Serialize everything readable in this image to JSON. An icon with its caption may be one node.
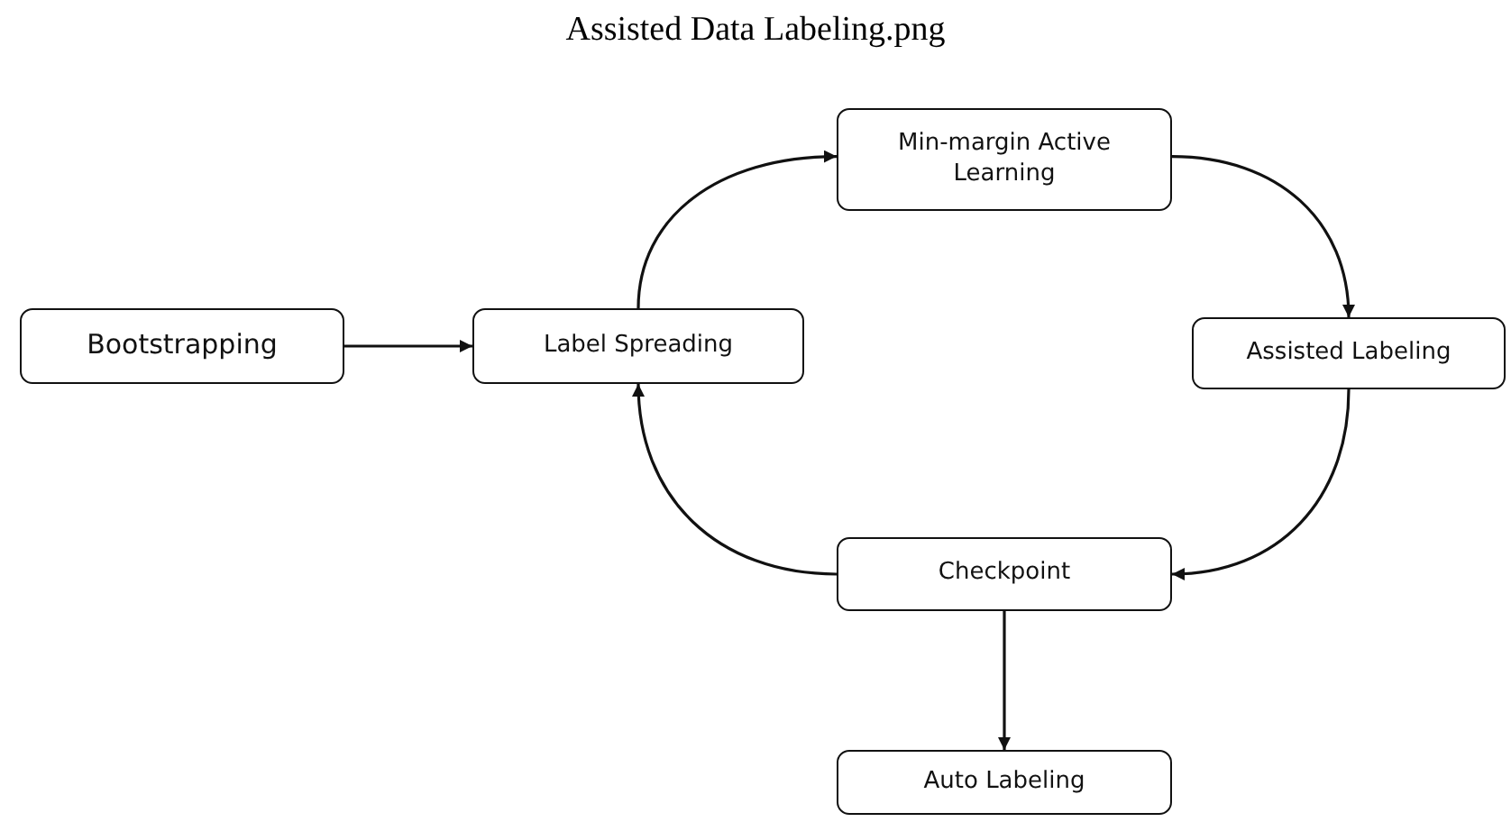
{
  "diagram": {
    "title": "Assisted Data Labeling.png",
    "nodes": [
      {
        "text": [
          "Bootstrapping"
        ]
      },
      {
        "text": [
          "Label Spreading"
        ]
      },
      {
        "text": [
          "Min-margin Active Learning"
        ]
      },
      {
        "text": [
          "Assisted Labeling"
        ]
      },
      {
        "text": [
          "Checkpoint"
        ]
      },
      {
        "text": [
          "Auto Labeling"
        ]
      }
    ],
    "edges": [
      {
        "from": 0,
        "to": 1,
        "arrow": "to"
      },
      {
        "from": 1,
        "to": 2,
        "arrow": "to"
      },
      {
        "from": 2,
        "to": 3,
        "arrow": "to"
      },
      {
        "from": 3,
        "to": 4,
        "arrow": "to"
      },
      {
        "from": 4,
        "to": 1,
        "arrow": "to"
      },
      {
        "from": 4,
        "to": 5,
        "arrow": "to"
      }
    ]
  }
}
